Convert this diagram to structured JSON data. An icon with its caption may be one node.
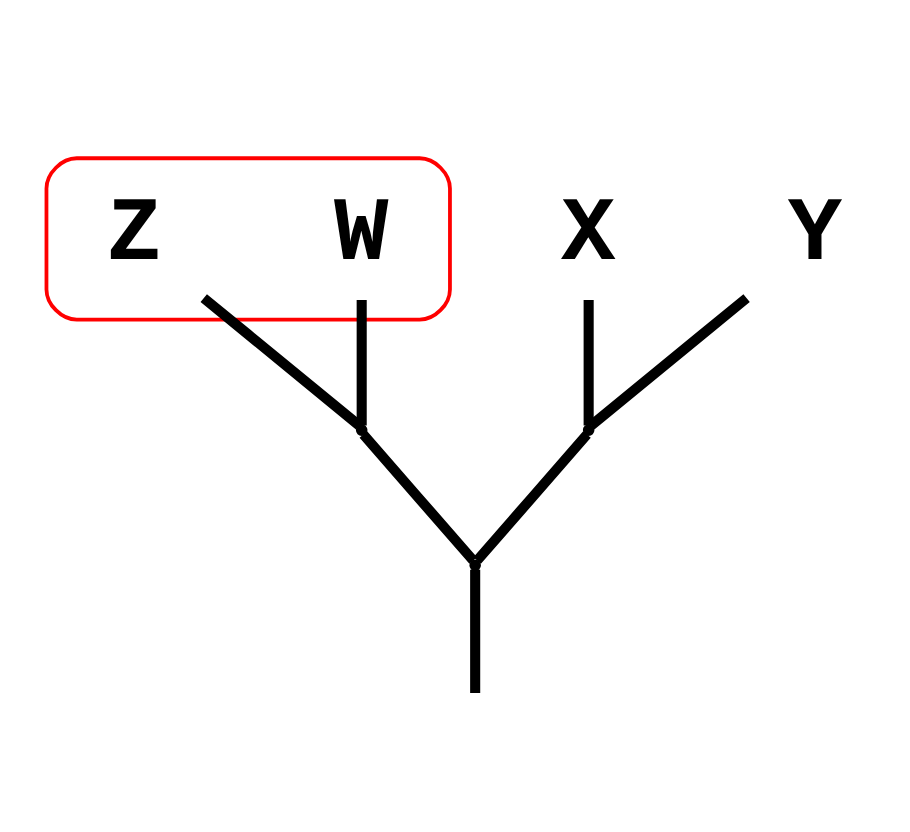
{
  "diagram": {
    "nodes": [
      {
        "text": [],
        "shape": "ellipse"
      },
      {
        "text": [
          "W"
        ],
        "in": 0
      },
      {
        "text": [
          "Z"
        ],
        "in": 0
      },
      {
        "text": [
          "X"
        ]
      },
      {
        "text": [
          "Y"
        ]
      },
      {
        "text": [],
        "shape": "point"
      },
      {
        "text": [],
        "shape": "point"
      },
      {
        "text": [],
        "shape": "point"
      }
    ],
    "edges": [
      {
        "from": 5,
        "to": 1,
        "arrow": "none"
      },
      {
        "from": 5,
        "to": 2,
        "arrow": "none"
      },
      {
        "from": 6,
        "to": 3,
        "arrow": "none"
      },
      {
        "from": 6,
        "to": 4,
        "arrow": "none"
      },
      {
        "from": 7,
        "to": 5,
        "arrow": "none"
      },
      {
        "from": 7,
        "to": 6,
        "arrow": "none"
      },
      {
        "from": null,
        "to": 7,
        "arrow": "none"
      }
    ]
  }
}
